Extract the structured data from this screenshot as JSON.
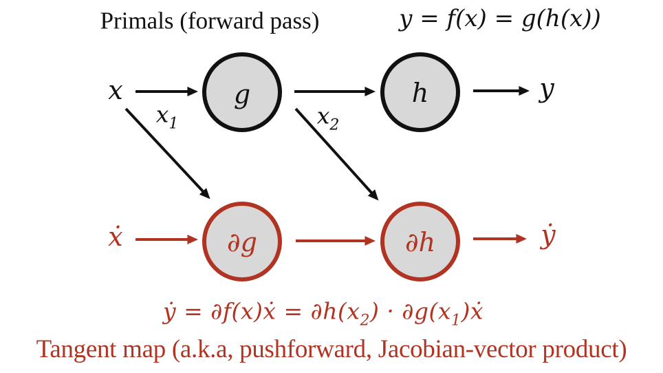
{
  "colors": {
    "red": "#b13422",
    "node_fill": "#d8d8d8",
    "ink": "#111111"
  },
  "header": {
    "title": "Primals (forward pass)",
    "equation": "y = f(x) = g(h(x))"
  },
  "primal_row": {
    "input_label": "x",
    "edge1_label_base": "x",
    "edge1_label_sub": "1",
    "node_g_label": "g",
    "edge2_label_base": "x",
    "edge2_label_sub": "2",
    "node_h_label": "h",
    "output_label": "y"
  },
  "tangent_row": {
    "input_label": "ẋ",
    "node_dg_label": "∂g",
    "node_dh_label": "∂h",
    "output_label": "ẏ"
  },
  "formula": {
    "p1": "ẏ = ∂f(x)ẋ = ∂h(x",
    "sub1": "2",
    "p2": ") · ∂g(x",
    "sub2": "1",
    "p3": ")ẋ"
  },
  "caption": "Tangent map (a.k.a, pushforward, Jacobian-vector product)"
}
